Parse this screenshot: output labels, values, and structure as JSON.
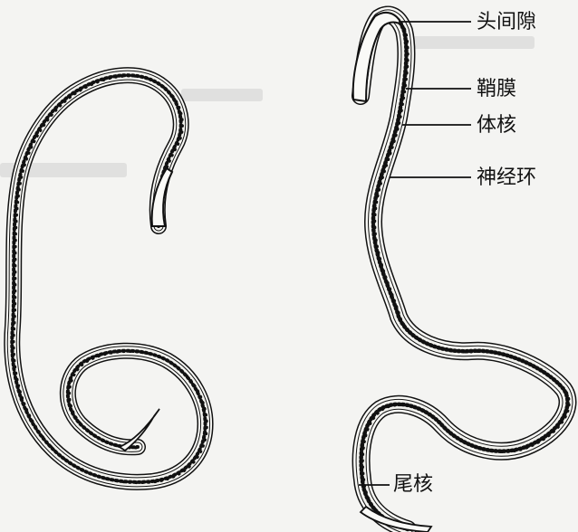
{
  "labels": {
    "head_space": "头间隙",
    "sheath": "鞘膜",
    "body_nuclei": "体核",
    "nerve_ring": "神经环",
    "tail_nuclei": "尾核"
  },
  "colors": {
    "background": "#f4f4f2",
    "ink": "#111111",
    "sheath_fill": "#fafaf7"
  }
}
